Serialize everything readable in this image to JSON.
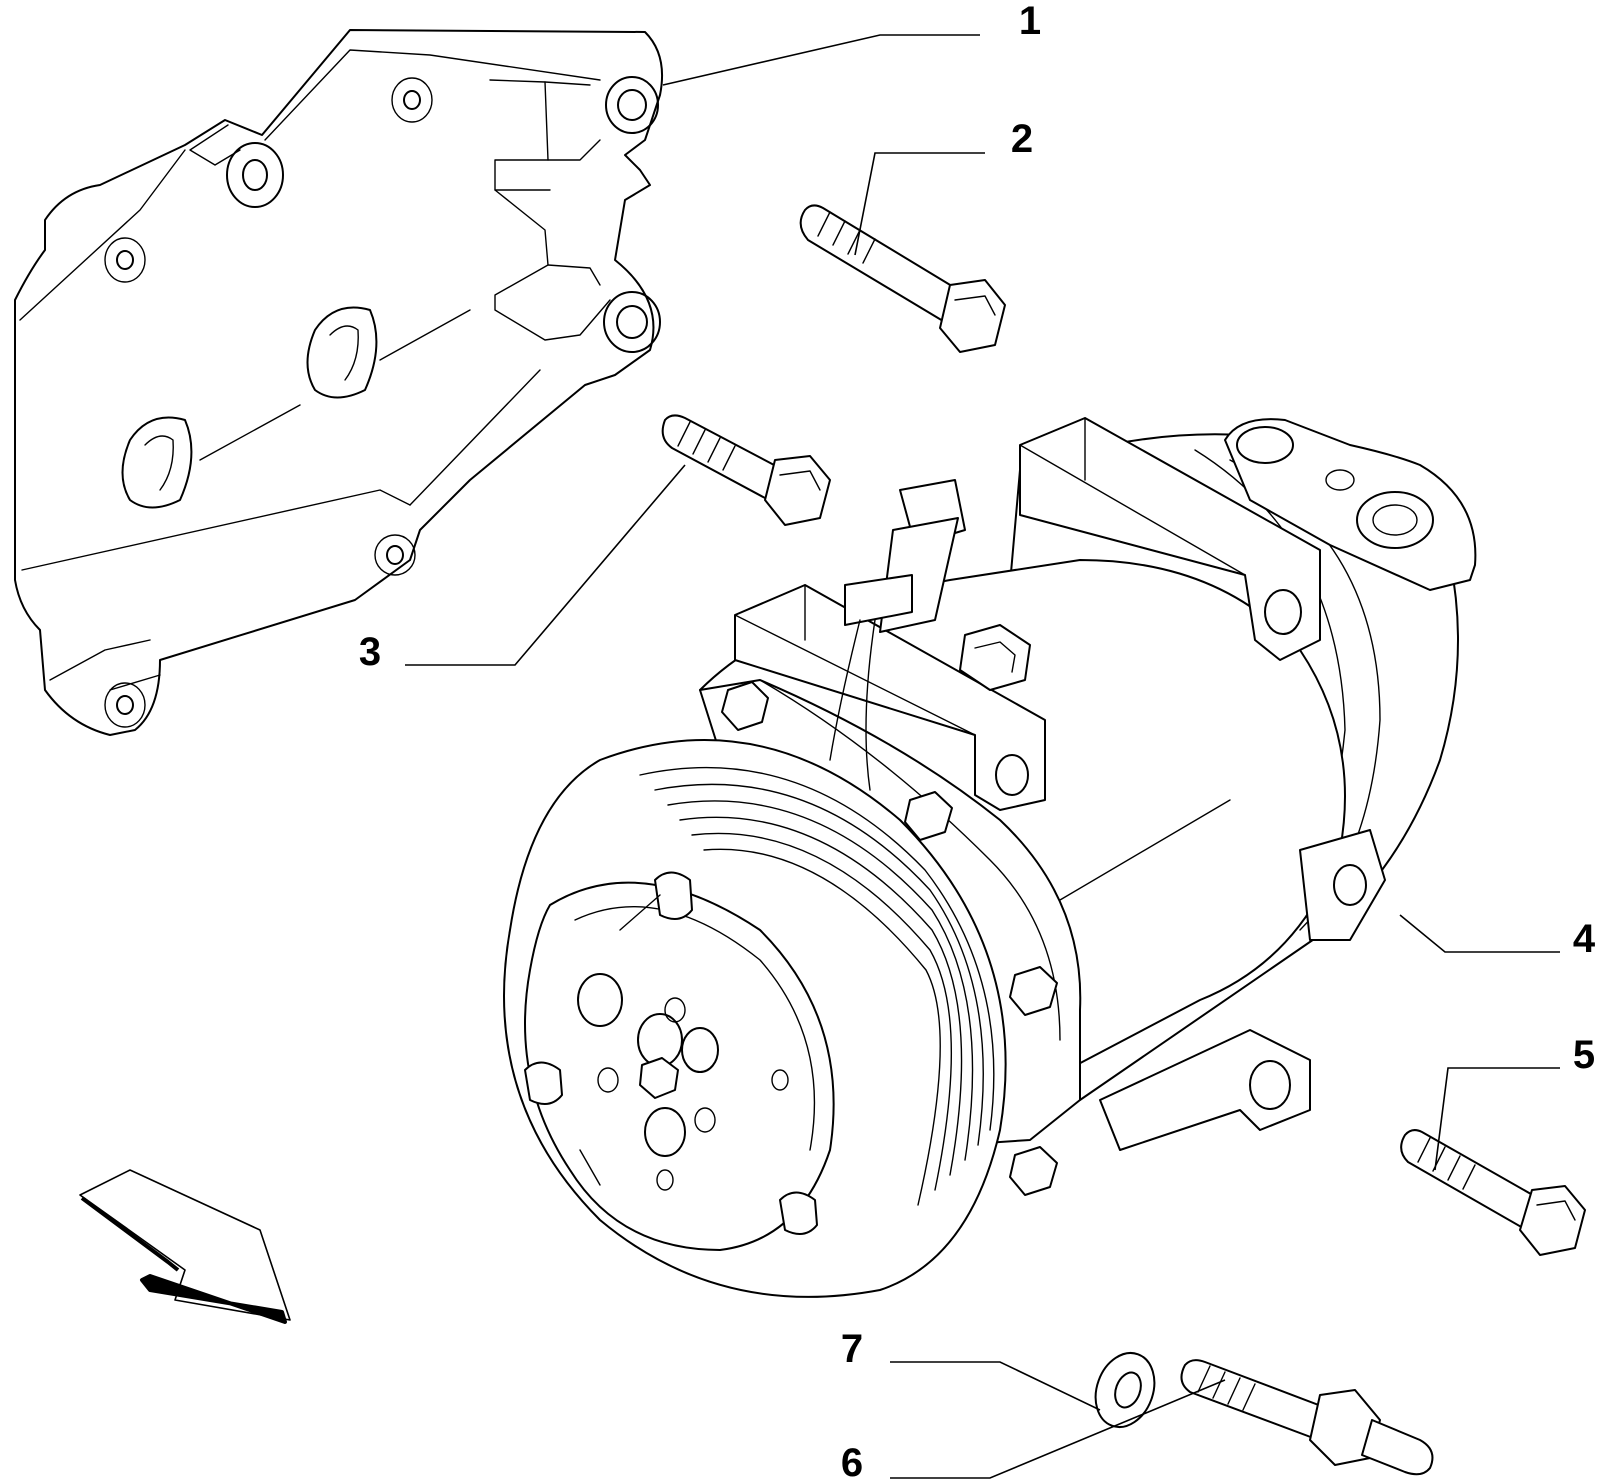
{
  "diagram": {
    "callouts": [
      {
        "id": "1",
        "label": "1",
        "part": "mounting-bracket"
      },
      {
        "id": "2",
        "label": "2",
        "part": "bolt"
      },
      {
        "id": "3",
        "label": "3",
        "part": "bolt"
      },
      {
        "id": "4",
        "label": "4",
        "part": "ac-compressor"
      },
      {
        "id": "5",
        "label": "5",
        "part": "bolt"
      },
      {
        "id": "6",
        "label": "6",
        "part": "stud"
      },
      {
        "id": "7",
        "label": "7",
        "part": "washer"
      }
    ],
    "colors": {
      "line": "#000000",
      "background": "#ffffff"
    },
    "icons": {
      "direction_arrow": "arrow-icon"
    }
  }
}
